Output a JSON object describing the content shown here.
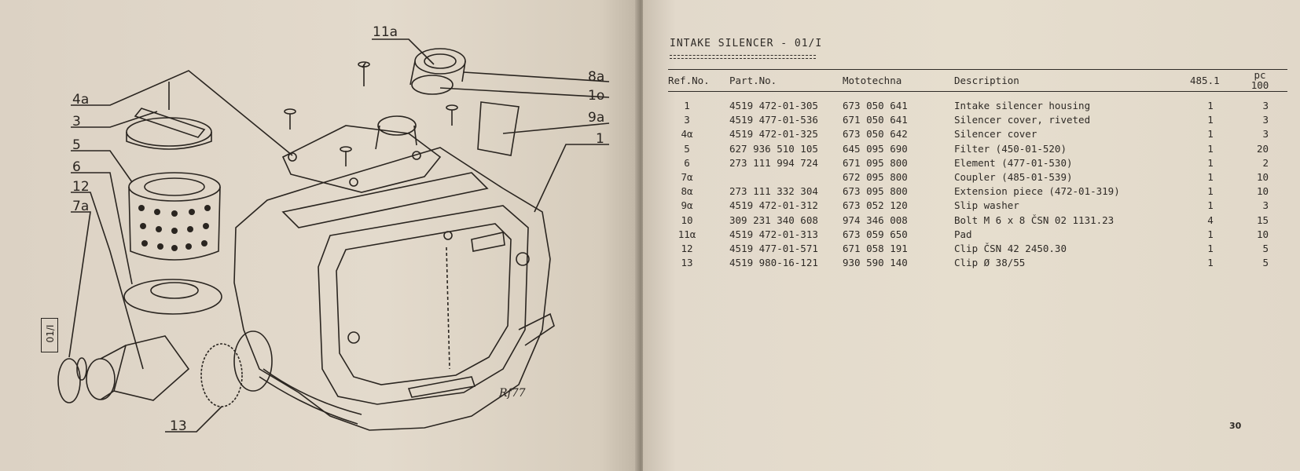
{
  "illustration": {
    "callouts": [
      "11a",
      "8a",
      "1o",
      "9a",
      "1",
      "4a",
      "3",
      "5",
      "6",
      "12",
      "7a",
      "13"
    ],
    "vertical_label": "01/I",
    "signature": "Rf77"
  },
  "section": {
    "title": "INTAKE  SILENCER  -  01/I"
  },
  "table": {
    "headers": {
      "ref": "Ref.No.",
      "part": "Part.No.",
      "moto": "Mototechna",
      "desc": "Description",
      "qty": "485.1",
      "pc_top": "pc",
      "pc_bottom": "100"
    },
    "rows": [
      {
        "ref": "1",
        "part": "4519 472-01-305",
        "moto": "673 050 641",
        "desc": "Intake silencer housing",
        "qty": "1",
        "pc": "3"
      },
      {
        "ref": "3",
        "part": "4519 477-01-536",
        "moto": "671 050 641",
        "desc": "Silencer cover, riveted",
        "qty": "1",
        "pc": "3"
      },
      {
        "ref": "4α",
        "part": "4519 472-01-325",
        "moto": "673 050 642",
        "desc": "Silencer cover",
        "qty": "1",
        "pc": "3"
      },
      {
        "ref": "5",
        "part": "627 936 510 105",
        "moto": "645 095 690",
        "desc": "Filter (450-01-520)",
        "qty": "1",
        "pc": "20"
      },
      {
        "ref": "6",
        "part": "273 111 994 724",
        "moto": "671 095 800",
        "desc": "Element (477-01-530)",
        "qty": "1",
        "pc": "2"
      },
      {
        "ref": "7α",
        "part": "",
        "moto": "672 095 800",
        "desc": "Coupler (485-01-539)",
        "qty": "1",
        "pc": "10"
      },
      {
        "ref": "8α",
        "part": "273 111 332 304",
        "moto": "673 095 800",
        "desc": "Extension piece (472-01-319)",
        "qty": "1",
        "pc": "10"
      },
      {
        "ref": "9α",
        "part": "4519 472-01-312",
        "moto": "673 052 120",
        "desc": "Slip washer",
        "qty": "1",
        "pc": "3"
      },
      {
        "ref": "10",
        "part": "309 231 340 608",
        "moto": "974 346 008",
        "desc": "Bolt M 6 x 8 ČSN 02 1131.23",
        "qty": "4",
        "pc": "15"
      },
      {
        "ref": "11α",
        "part": "4519 472-01-313",
        "moto": "673 059 650",
        "desc": "Pad",
        "qty": "1",
        "pc": "10"
      },
      {
        "ref": "12",
        "part": "4519 477-01-571",
        "moto": "671 058 191",
        "desc": "Clip ČSN 42 2450.30",
        "qty": "1",
        "pc": "5"
      },
      {
        "ref": "13",
        "part": "4519 980-16-121",
        "moto": "930 590 140",
        "desc": "Clip Ø 38/55",
        "qty": "1",
        "pc": "5"
      }
    ]
  },
  "page_number": "30"
}
